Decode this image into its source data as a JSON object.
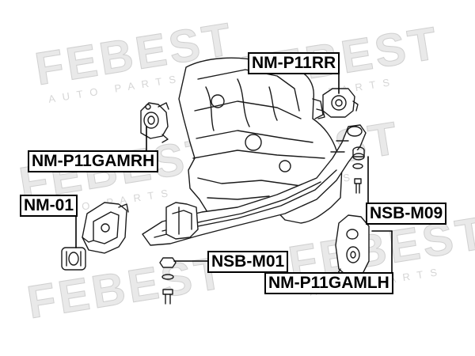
{
  "watermark": {
    "brand": "FEBEST",
    "sub": "AUTO PARTS"
  },
  "labels": {
    "rear_mount": "NM-P11RR",
    "right_mount": "NM-P11GAMRH",
    "bracket_mount": "NM-01",
    "bolt_m09": "NSB-M09",
    "bolt_m01": "NSB-M01",
    "left_mount": "NM-P11GAMLH"
  }
}
